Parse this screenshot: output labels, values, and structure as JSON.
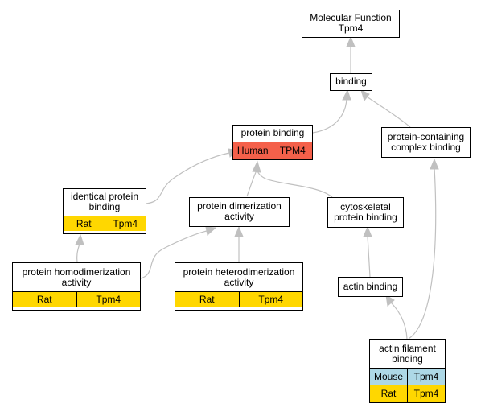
{
  "colors": {
    "edge": "#c0c0c0",
    "human": "#f4604a",
    "rat": "#ffd700",
    "mouse": "#add8e6"
  },
  "nodes": {
    "molecular_function": {
      "line1": "Molecular Function",
      "line2": "Tpm4"
    },
    "binding": {
      "label": "binding"
    },
    "protein_binding": {
      "label": "protein binding",
      "species": "Human",
      "gene": "TPM4"
    },
    "protein_containing_complex_binding": {
      "line1": "protein-containing",
      "line2": "complex binding"
    },
    "identical_protein_binding": {
      "line1": "identical protein",
      "line2": "binding",
      "species": "Rat",
      "gene": "Tpm4"
    },
    "protein_dimerization_activity": {
      "line1": "protein dimerization",
      "line2": "activity"
    },
    "cytoskeletal_protein_binding": {
      "line1": "cytoskeletal",
      "line2": "protein binding"
    },
    "protein_homodimerization_activity": {
      "line1": "protein homodimerization",
      "line2": "activity",
      "species": "Rat",
      "gene": "Tpm4"
    },
    "protein_heterodimerization_activity": {
      "line1": "protein heterodimerization",
      "line2": "activity",
      "species": "Rat",
      "gene": "Tpm4"
    },
    "actin_binding": {
      "label": "actin binding"
    },
    "actin_filament_binding": {
      "line1": "actin filament",
      "line2": "binding",
      "species1": "Mouse",
      "gene1": "Tpm4",
      "species2": "Rat",
      "gene2": "Tpm4"
    }
  },
  "edges": [
    {
      "from": "binding",
      "to": "molecular_function"
    },
    {
      "from": "protein_binding",
      "to": "binding"
    },
    {
      "from": "protein_containing_complex_binding",
      "to": "binding"
    },
    {
      "from": "identical_protein_binding",
      "to": "protein_binding"
    },
    {
      "from": "protein_dimerization_activity",
      "to": "protein_binding"
    },
    {
      "from": "cytoskeletal_protein_binding",
      "to": "protein_binding"
    },
    {
      "from": "protein_homodimerization_activity",
      "to": "identical_protein_binding"
    },
    {
      "from": "protein_homodimerization_activity",
      "to": "protein_dimerization_activity"
    },
    {
      "from": "protein_heterodimerization_activity",
      "to": "protein_dimerization_activity"
    },
    {
      "from": "actin_binding",
      "to": "cytoskeletal_protein_binding"
    },
    {
      "from": "actin_filament_binding",
      "to": "actin_binding"
    },
    {
      "from": "actin_filament_binding",
      "to": "protein_containing_complex_binding"
    }
  ]
}
